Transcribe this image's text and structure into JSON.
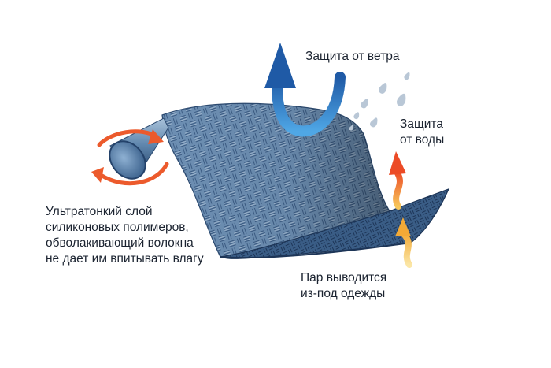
{
  "labels": {
    "wind": "Защита от ветра",
    "water": "Защита\nот воды",
    "fiber": "Ультратонкий слой\nсиликоновых полимеров,\nобволакивающий волокна\nне дает им впитывать влагу",
    "vapor": "Пар выводится\nиз-под одежды"
  },
  "colors": {
    "fabric": "#5b82a8",
    "fabric_dark": "#2e4d73",
    "wind_arrow": "#1f63b4",
    "heat_arrow": "#ef5a2c",
    "steam_arrow": "#f3b53a",
    "droplet": "#b9c7d6"
  },
  "icons": [
    "fiber-cylinder-icon",
    "rotation-arrows-icon",
    "wind-arrow-icon",
    "water-droplets-icon",
    "heat-arrow-icon",
    "steam-arrow-icon"
  ]
}
